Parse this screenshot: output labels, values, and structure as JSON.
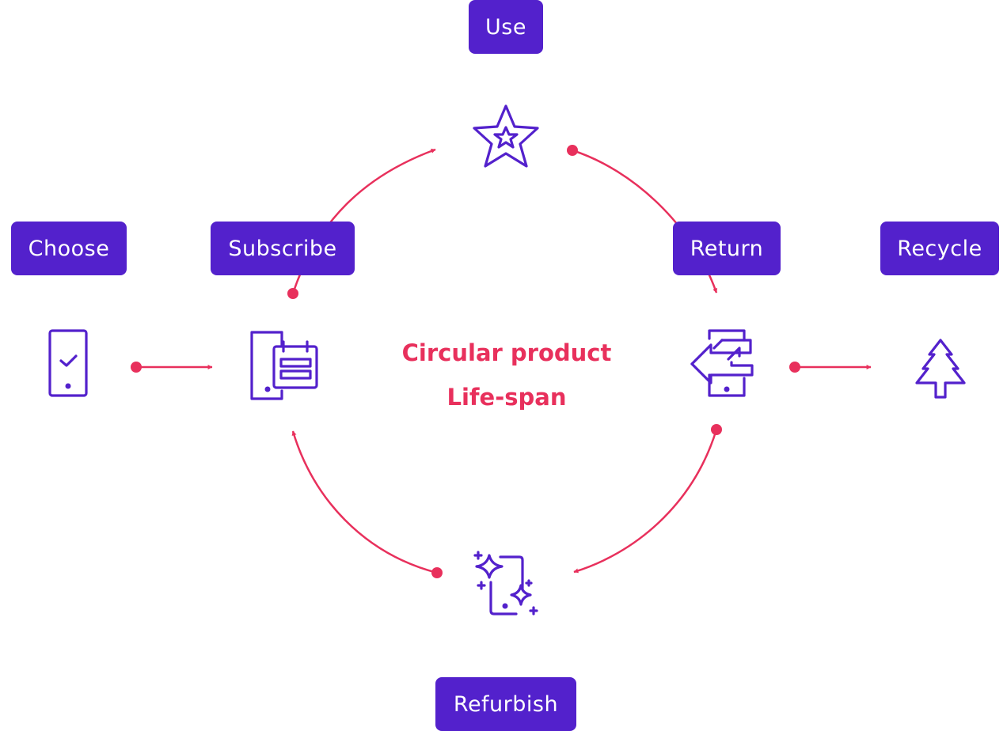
{
  "diagram": {
    "title_line1": "Circular product",
    "title_line2": "Life-span",
    "stages": {
      "use": "Use",
      "choose": "Choose",
      "subscribe": "Subscribe",
      "return": "Return",
      "recycle": "Recycle",
      "refurbish": "Refurbish"
    },
    "icons": {
      "use": "star-icon",
      "choose": "phone-check-icon",
      "subscribe": "phone-calendar-icon",
      "return": "phone-return-icon",
      "recycle": "tree-icon",
      "refurbish": "phone-sparkle-icon"
    }
  },
  "colors": {
    "label_bg": "#5321cc",
    "label_text": "#ffffff",
    "icon": "#5321cc",
    "arrow": "#e8305c",
    "title": "#e8305c"
  }
}
